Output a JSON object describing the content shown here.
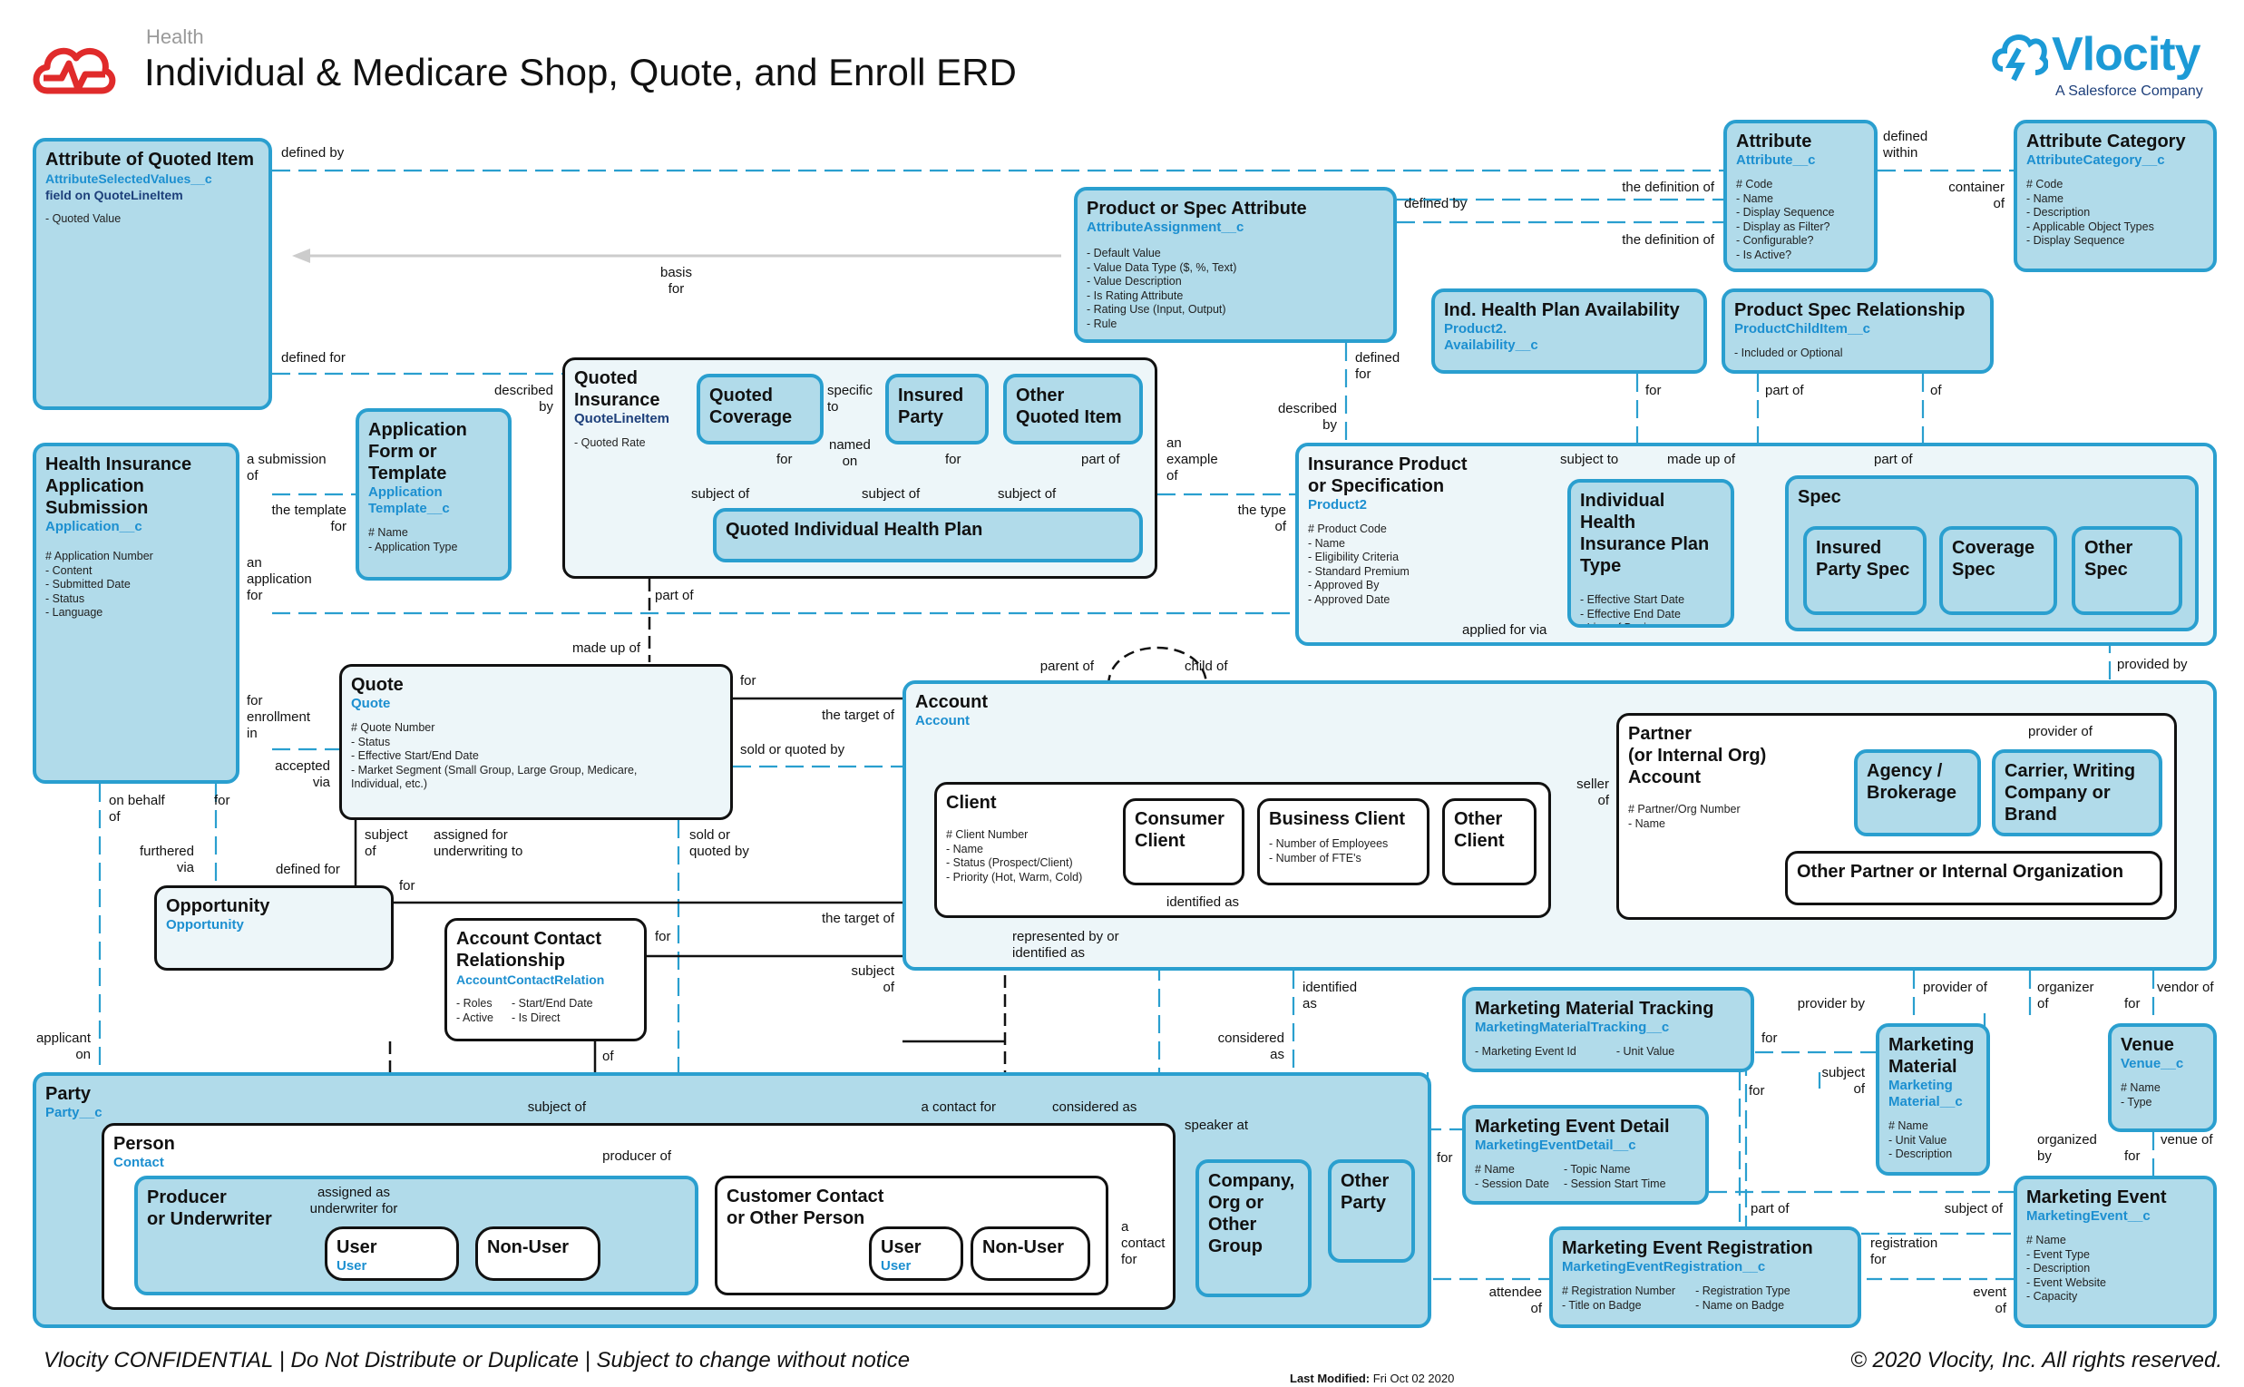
{
  "header": {
    "category": "Health",
    "title": "Individual & Medicare Shop, Quote, and Enroll ERD",
    "brand_name": "Vlocity",
    "brand_sub": "A Salesforce Company",
    "brand_color": "#1c9ad6",
    "logo_icon": "cloud-heartbeat-icon",
    "logo_color": "#e02b2b"
  },
  "footer": {
    "confidential": "Vlocity CONFIDENTIAL | Do Not Distribute or Duplicate | Subject to change without notice",
    "copyright": "© 2020 Vlocity, Inc. All rights reserved.",
    "modified_label": "Last Modified:",
    "modified_date": "Fri Oct 02 2020"
  },
  "colors": {
    "entity_fill": "#b1dbea",
    "entity_border": "#2a9fcf",
    "entity_light": "#edf6f9",
    "relationship_line": "#2a9fcf",
    "api_text": "#1c8fd0",
    "api_text_dark": "#1d3f7a"
  },
  "entities": {
    "attr_quoted_item": {
      "name": "Attribute of Quoted Item",
      "api": "AttributeSelectedValues__c",
      "api2": "field on QuoteLineItem",
      "attrs": "- Quoted Value"
    },
    "attribute": {
      "name": "Attribute",
      "api": "Attribute__c",
      "attrs": "# Code\n- Name\n- Display Sequence\n- Display as Filter?\n- Configurable?\n- Is Active?"
    },
    "attribute_category": {
      "name": "Attribute Category",
      "api": "AttributeCategory__c",
      "attrs": "# Code\n- Name\n- Description\n- Applicable Object Types\n- Display Sequence"
    },
    "product_spec_attribute": {
      "name": "Product or Spec Attribute",
      "api": "AttributeAssignment__c",
      "attrs": "- Default Value\n- Value Data Type ($, %, Text)\n- Value Description\n- Is Rating Attribute\n- Rating Use (Input, Output)\n- Rule"
    },
    "ind_health_availability": {
      "name": "Ind. Health Plan Availability",
      "api": "Product2.\nAvailability__c"
    },
    "product_spec_relationship": {
      "name": "Product Spec Relationship",
      "api": "ProductChildItem__c",
      "attrs": "- Included or Optional"
    },
    "application_form": {
      "name": "Application\nForm or\nTemplate",
      "api": "Application\nTemplate__c",
      "attrs": "# Name\n- Application Type"
    },
    "hi_app_submission": {
      "name": "Health Insurance\nApplication\nSubmission",
      "api": "Application__c",
      "attrs": "# Application Number\n- Content\n- Submitted Date\n- Status\n- Language"
    },
    "quoted_insurance": {
      "name": "Quoted\nInsurance",
      "api": "QuoteLineItem",
      "attrs": "- Quoted Rate"
    },
    "quoted_coverage": {
      "name": "Quoted\nCoverage"
    },
    "insured_party": {
      "name": "Insured\nParty"
    },
    "other_quoted_item": {
      "name": "Other\nQuoted Item"
    },
    "quoted_ind_health_plan": {
      "name": "Quoted Individual Health Plan"
    },
    "insurance_product": {
      "name": "Insurance Product\nor Specification",
      "api": "Product2",
      "attrs": "# Product Code\n- Name\n- Eligibility Criteria\n- Standard Premium\n- Approved By\n- Approved Date"
    },
    "ind_health_plan_type": {
      "name": "Individual Health\nInsurance Plan Type",
      "attrs": "- Effective Start Date\n- Effective End Date\n- Line of Business\n- Sub Type"
    },
    "spec": {
      "name": "Spec"
    },
    "insured_party_spec": {
      "name": "Insured\nParty Spec"
    },
    "coverage_spec": {
      "name": "Coverage\nSpec"
    },
    "other_spec": {
      "name": "Other\nSpec"
    },
    "quote": {
      "name": "Quote",
      "api": "Quote",
      "attrs": "# Quote Number\n- Status\n- Effective Start/End Date\n- Market Segment (Small Group, Large Group, Medicare,\nIndividual, etc.)"
    },
    "account": {
      "name": "Account",
      "api": "Account"
    },
    "client": {
      "name": "Client",
      "attrs": "# Client Number\n- Name\n- Status (Prospect/Client)\n- Priority (Hot, Warm, Cold)"
    },
    "consumer_client": {
      "name": "Consumer\nClient"
    },
    "business_client": {
      "name": "Business Client",
      "attrs": "- Number of Employees\n- Number of FTE's"
    },
    "other_client": {
      "name": "Other\nClient"
    },
    "partner_account": {
      "name": "Partner\n(or Internal Org)\nAccount",
      "attrs": "# Partner/Org Number\n- Name"
    },
    "agency_brokerage": {
      "name": "Agency /\nBrokerage"
    },
    "carrier": {
      "name": "Carrier, Writing\nCompany or\nBrand"
    },
    "other_partner": {
      "name": "Other Partner or Internal Organization"
    },
    "opportunity": {
      "name": "Opportunity",
      "api": "Opportunity"
    },
    "account_contact": {
      "name": "Account Contact\nRelationship",
      "api": "AccountContactRelation",
      "attrs_a": "- Roles\n- Active",
      "attrs_b": "- Start/End Date\n- Is Direct"
    },
    "party": {
      "name": "Party",
      "api": "Party__c"
    },
    "person": {
      "name": "Person",
      "api": "Contact"
    },
    "producer": {
      "name": "Producer\nor Underwriter"
    },
    "user1": {
      "name": "User",
      "api": "User"
    },
    "nonuser1": {
      "name": "Non-User"
    },
    "customer_contact": {
      "name": "Customer Contact\nor Other Person"
    },
    "user2": {
      "name": "User",
      "api": "User"
    },
    "nonuser2": {
      "name": "Non-User"
    },
    "company_group": {
      "name": "Company,\nOrg or\nOther\nGroup"
    },
    "other_party": {
      "name": "Other\nParty"
    },
    "mm_tracking": {
      "name": "Marketing Material Tracking",
      "api": "MarketingMaterialTracking__c",
      "attrs_a": "- Marketing Event Id",
      "attrs_b": "- Unit Value"
    },
    "marketing_material": {
      "name": "Marketing\nMaterial",
      "api": "Marketing\nMaterial__c",
      "attrs": "# Name\n- Unit Value\n- Description"
    },
    "venue": {
      "name": "Venue",
      "api": "Venue__c",
      "attrs": "# Name\n- Type"
    },
    "me_detail": {
      "name": "Marketing Event Detail",
      "api": "MarketingEventDetail__c",
      "attrs_a": "# Name\n- Session Date",
      "attrs_b": "- Topic Name\n- Session Start Time"
    },
    "marketing_event": {
      "name": "Marketing Event",
      "api": "MarketingEvent__c",
      "attrs": "# Name\n- Event Type\n- Description\n- Event Website\n- Capacity"
    },
    "me_registration": {
      "name": "Marketing Event Registration",
      "api": "MarketingEventRegistration__c",
      "attrs_a": "# Registration Number\n- Title on Badge",
      "attrs_b": "- Registration Type\n- Name on Badge"
    }
  },
  "labels": {
    "l1": "defined by",
    "l2": "defined for",
    "l3": "basis\nfor",
    "l4": "defined by",
    "l5": "the definition of",
    "l6": "the definition of",
    "l7": "defined\nwithin",
    "l8": "container\nof",
    "l9": "defined\nfor",
    "l10": "described\nby",
    "l11": "for",
    "l12": "part of",
    "l13": "of",
    "l14": "described\nby",
    "l15": "specific\nto",
    "l16": "named\non",
    "l17": "for",
    "l18": "for",
    "l19": "part of",
    "l20": "subject of",
    "l21": "subject of",
    "l22": "subject of",
    "l23": "an\nexample\nof",
    "l24": "the type\nof",
    "l25": "subject to",
    "l26": "made up of",
    "l27": "part of",
    "l28": "a submission\nof",
    "l29": "the template\nfor",
    "l30": "an\napplication\nfor",
    "l31": "applied for via",
    "l32": "part of",
    "l33": "made up of",
    "l34": "for\nenrollment\nin",
    "l35": "accepted\nvia",
    "l36": "for",
    "l37": "the target of",
    "l38": "sold or quoted by",
    "l39": "parent of",
    "l40": "child of",
    "l41": "provided by",
    "l42": "seller\nof",
    "l43": "provider of",
    "l44": "on behalf\nof",
    "l45": "for",
    "l46": "furthered\nvia",
    "l47": "subject\nof",
    "l48": "assigned for\nunderwriting to",
    "l49": "sold or\nquoted by",
    "l50": "defined for",
    "l51": "for",
    "l52": "the target of",
    "l53": "identified as",
    "l54": "represented by or\nidentified as",
    "l55": "for",
    "l56": "subject\nof",
    "l57": "of",
    "l58": "applicant\non",
    "l59": "subject of",
    "l60": "a contact for",
    "l61": "considered as",
    "l62": "identified\nas",
    "l63": "considered\nas",
    "l64": "producer of",
    "l65": "assigned as\nunderwriter for",
    "l66": "speaker at",
    "l67": "for",
    "l68": "for",
    "l69": "provider by",
    "l70": "subject\nof",
    "l71": "provider of",
    "l72": "organizer\nof",
    "l73": "vendor of",
    "l74": "for",
    "l75": "organized\nby",
    "l76": "for",
    "l77": "venue of",
    "l78": "for",
    "l79": "part of",
    "l80": "subject of",
    "l81": "registration\nfor",
    "l82": "attendee\nof",
    "l83": "event\nof",
    "l84": "a\ncontact\nfor"
  }
}
